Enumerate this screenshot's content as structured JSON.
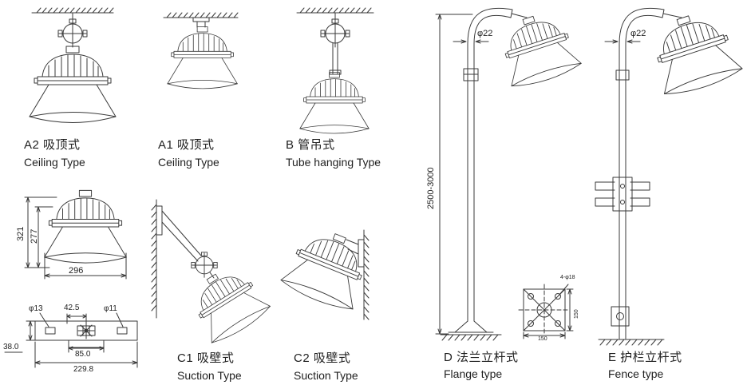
{
  "labels": {
    "a2_cn": "A2 吸顶式",
    "a2_en": "Ceiling Type",
    "a1_cn": "A1 吸顶式",
    "a1_en": "Ceiling Type",
    "b_cn": "B 管吊式",
    "b_en": "Tube hanging Type",
    "c1_cn": "C1 吸壁式",
    "c1_en": "Suction Type",
    "c2_cn": "C2 吸壁式",
    "c2_en": "Suction Type",
    "d_cn": "D 法兰立杆式",
    "d_en": "Flange type",
    "e_cn": "E 护栏立杆式",
    "e_en": "Fence type"
  },
  "dimensions": {
    "side_height_total": "321",
    "side_height_body": "277",
    "side_width": "296",
    "plate_hole_left": "φ13",
    "plate_top_span": "42.5",
    "plate_hole_right": "φ11",
    "plate_center_span": "85.0",
    "plate_total_width": "229.8",
    "plate_depth": "38.0",
    "pole_d_diameter": "φ22",
    "pole_d_height": "2500-3000",
    "pole_e_diameter": "φ22",
    "flange_width": "150",
    "flange_height": "150",
    "flange_holes": "4-φ18"
  },
  "colors": {
    "line": "#3a3a3a",
    "text": "#1f1f1f",
    "background": "#ffffff"
  }
}
